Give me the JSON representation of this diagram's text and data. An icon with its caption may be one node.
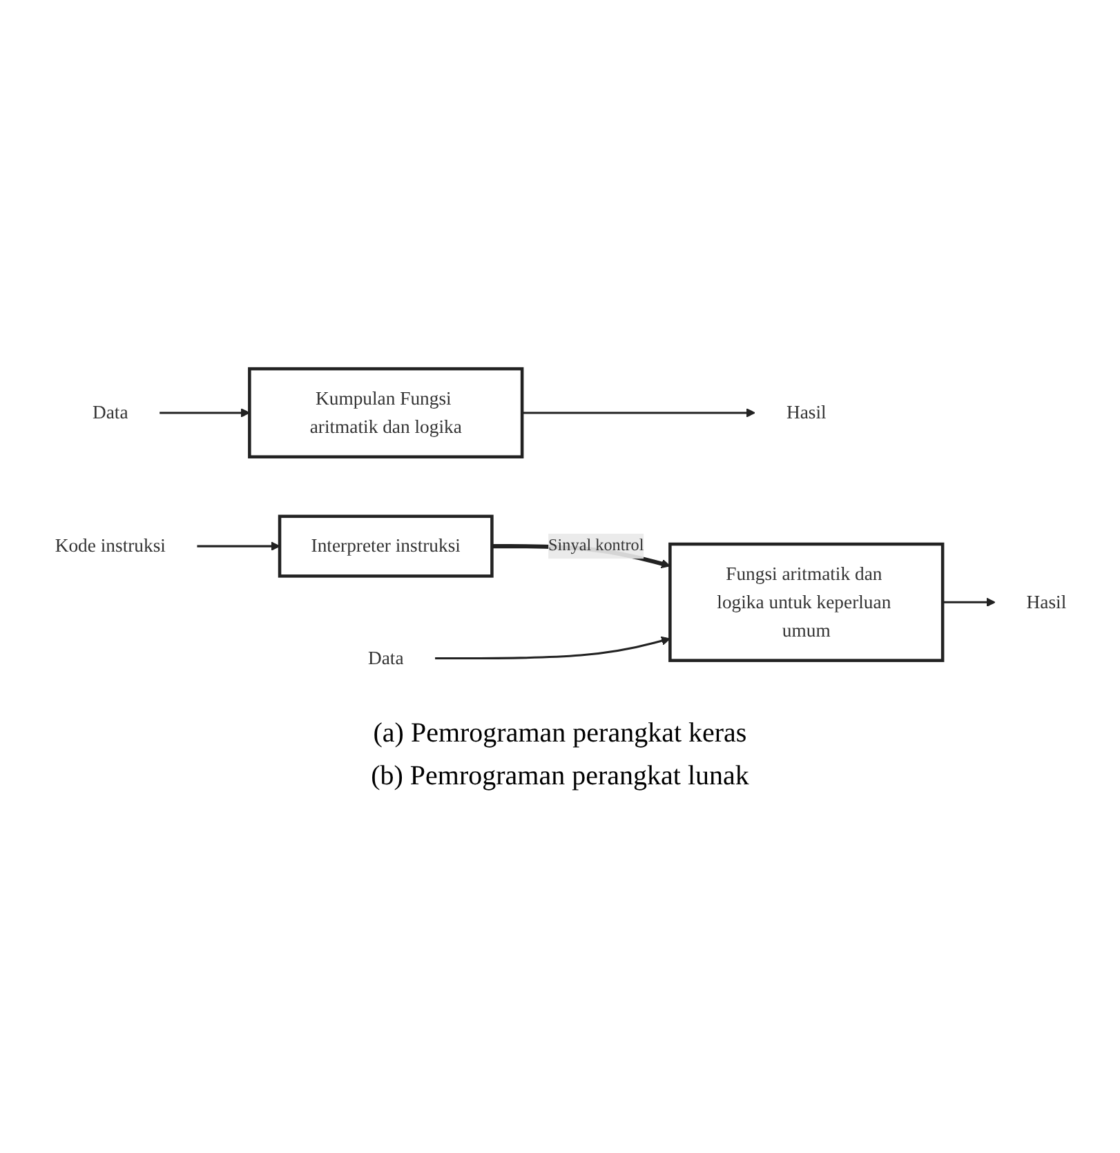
{
  "diagram": {
    "nodes": [
      {
        "text": [
          "Data"
        ]
      },
      {
        "text": [
          "Kumpulan Fungsi aritmatik dan logika"
        ]
      },
      {
        "text": [
          "Hasil"
        ]
      },
      {
        "text": [
          "Kode instruksi"
        ]
      },
      {
        "text": [
          "Interpreter instruksi"
        ]
      },
      {
        "text": [
          "Fungsi aritmatik dan logika untuk keperluan umum"
        ]
      },
      {
        "text": [
          "Data"
        ]
      },
      {
        "text": [
          "Hasil"
        ]
      }
    ],
    "edges": [
      {
        "from": 0,
        "to": 1,
        "arrow": "to"
      },
      {
        "from": 1,
        "to": 2,
        "arrow": "to"
      },
      {
        "from": 3,
        "to": 4,
        "arrow": "to"
      },
      {
        "from": 4,
        "to": 5,
        "arrow": "to",
        "label": "Sinyal kontrol",
        "style": "thick"
      },
      {
        "from": 6,
        "to": 5,
        "arrow": "to"
      },
      {
        "from": 5,
        "to": 7,
        "arrow": "to"
      }
    ],
    "labels": [
      "(a) Pemrograman perangkat keras",
      "(b) Pemrograman perangkat lunak"
    ]
  }
}
